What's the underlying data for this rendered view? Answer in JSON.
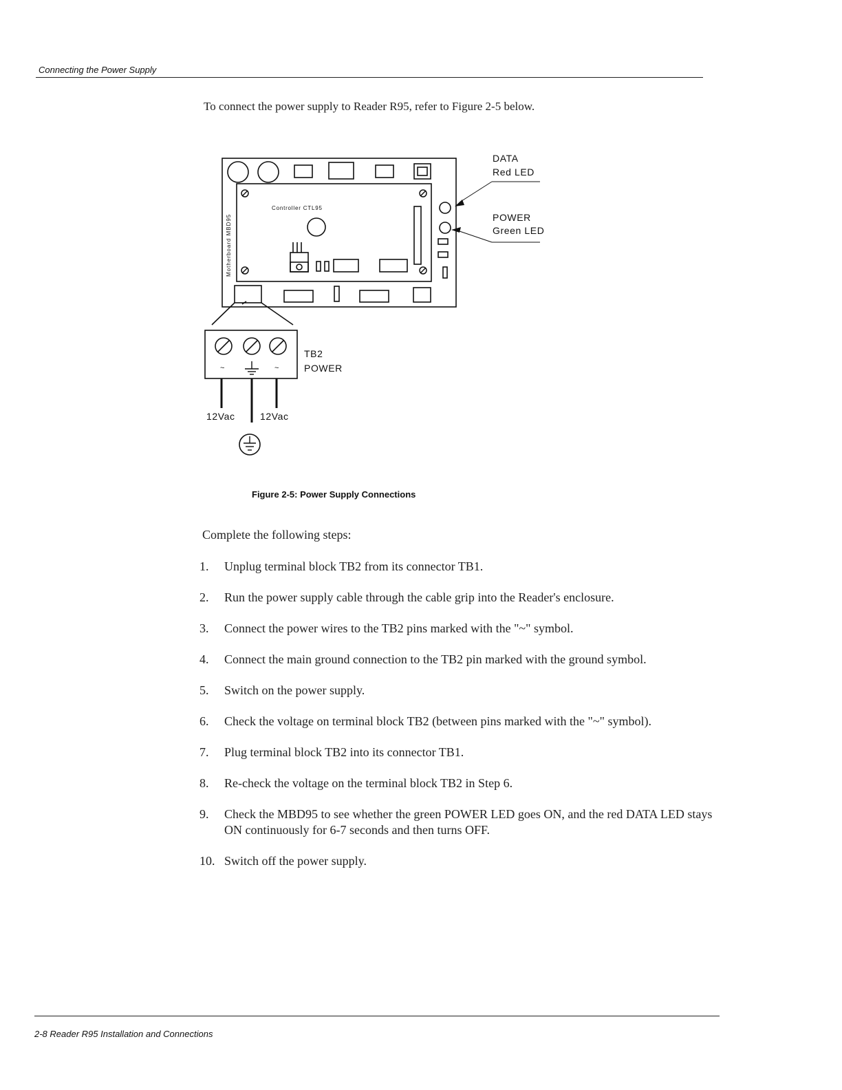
{
  "header": {
    "title": "Connecting the Power Supply"
  },
  "intro": "To connect the power supply to Reader R95, refer to Figure 2-5 below.",
  "figure": {
    "board_label": "Motherboard MBD95",
    "controller_label": "Controller CTL95",
    "data_led_label_1": "DATA",
    "data_led_label_2": "Red LED",
    "power_led_label_1": "POWER",
    "power_led_label_2": "Green LED",
    "tb2_label_1": "TB2",
    "tb2_label_2": "POWER",
    "left_voltage": "12Vac",
    "right_voltage": "12Vac",
    "pin_left_symbol": "~",
    "pin_right_symbol": "~",
    "caption": "Figure 2-5: Power Supply Connections"
  },
  "steps_intro": "Complete the following steps:",
  "steps": [
    {
      "num": "1.",
      "text": "Unplug terminal block TB2 from its connector TB1."
    },
    {
      "num": "2.",
      "text": "Run the power supply cable through the cable grip into the Reader's enclosure."
    },
    {
      "num": "3.",
      "text": "Connect the power wires to the TB2 pins marked with the \"~\" symbol."
    },
    {
      "num": "4.",
      "text": "Connect the main ground connection to the TB2 pin marked with the ground symbol."
    },
    {
      "num": "5.",
      "text": "Switch on the power supply."
    },
    {
      "num": "6.",
      "text": "Check the voltage on terminal block TB2 (between pins marked with the \"~\" symbol)."
    },
    {
      "num": "7.",
      "text": "Plug terminal block TB2 into its connector TB1."
    },
    {
      "num": "8.",
      "text": "Re-check the voltage on the terminal block TB2 in Step 6."
    },
    {
      "num": "9.",
      "text": "Check the MBD95 to see whether the green POWER LED goes ON, and the red DATA LED stays ON continuously for 6-7 seconds and then turns OFF."
    },
    {
      "num": "10.",
      "text": "Switch off the power supply."
    }
  ],
  "footer": {
    "text": "2-8 Reader R95 Installation and Connections"
  }
}
